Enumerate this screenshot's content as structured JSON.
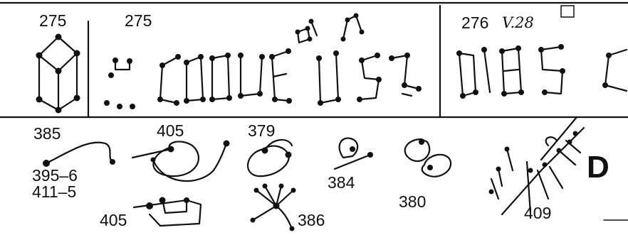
{
  "top_labels": {
    "panel_1": "275",
    "panel_2": "275",
    "panel_3_number": "276",
    "panel_3_handwritten": "V.28"
  },
  "bottom_labels": {
    "l385": "385",
    "l405_top": "405",
    "l379": "379",
    "l395": "395–6",
    "l411": "411–5",
    "l384": "384",
    "l380": "380",
    "l405_bottom": "405",
    "l386": "386",
    "l409": "409"
  },
  "side_letter": "D",
  "colors": {
    "ink": "#111111",
    "paper": "#ffffff"
  }
}
